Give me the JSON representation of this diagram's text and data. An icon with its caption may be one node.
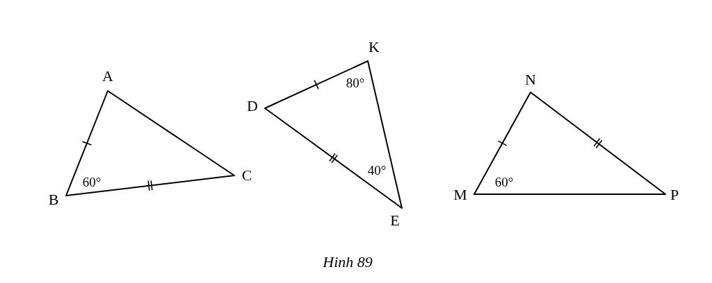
{
  "diagram": {
    "caption": "Hinh 89",
    "labels": [
      "A",
      "B",
      "60°",
      "C",
      "K",
      "D",
      "80°",
      "40°",
      "E",
      "N",
      "M",
      "60°",
      "P"
    ]
  }
}
